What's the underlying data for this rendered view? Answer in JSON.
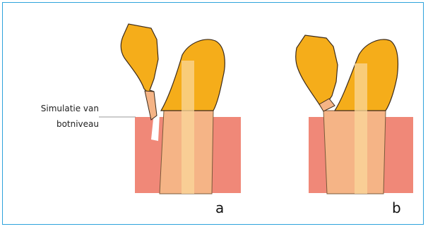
{
  "annotation": {
    "line1": "Simulatie van",
    "line2": "botniveau"
  },
  "panels": {
    "a": "a",
    "b": "b"
  },
  "colors": {
    "frame": "#2ea3dc",
    "bone": "#f08878",
    "root": "#f5b486",
    "crown": "#f5ad1a",
    "canal": "#f9d79a"
  }
}
